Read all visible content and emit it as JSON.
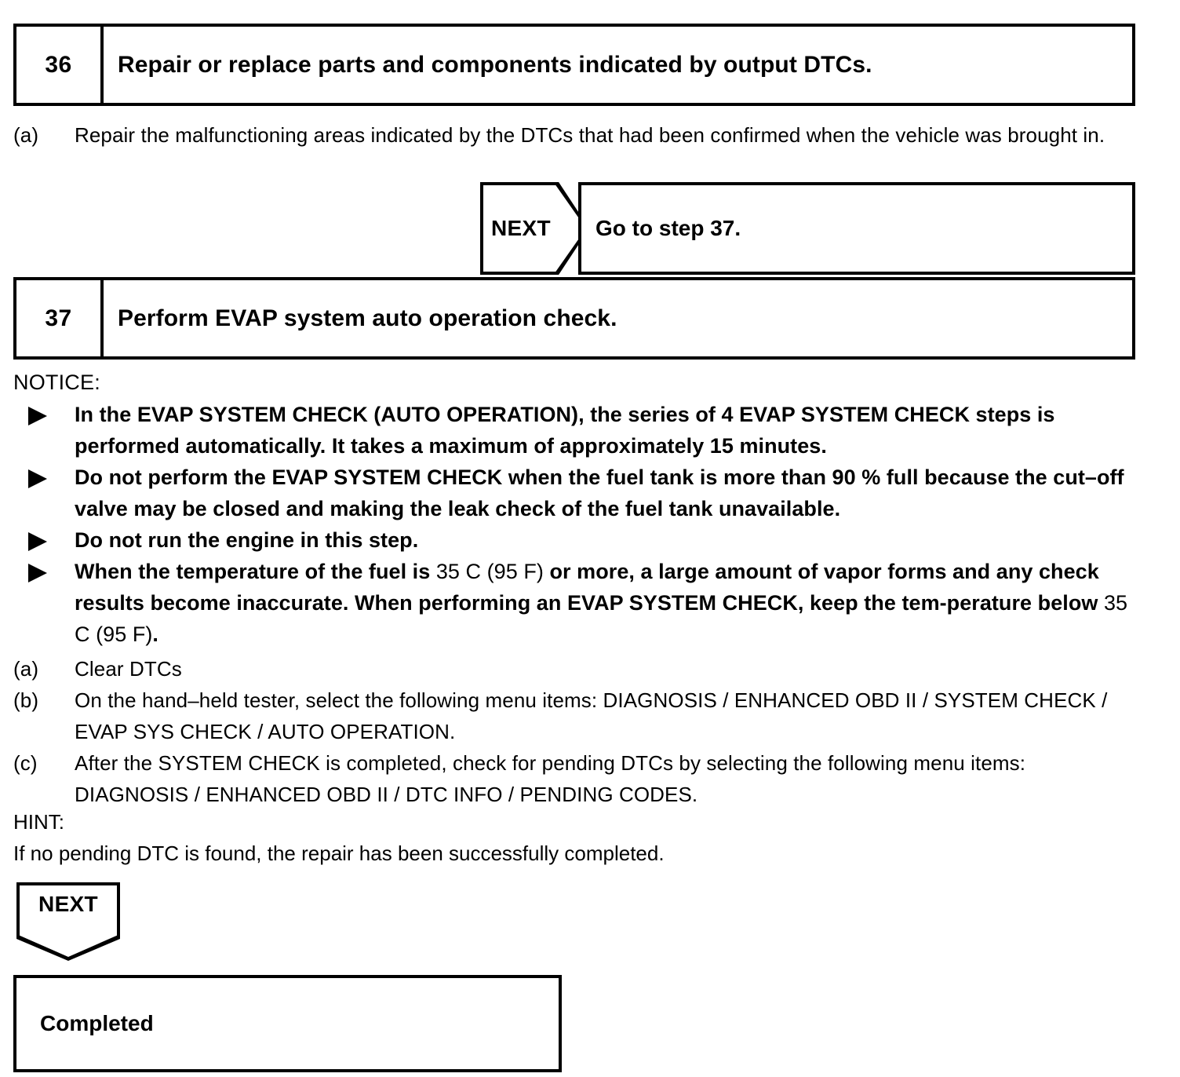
{
  "step36": {
    "number": "36",
    "title": "Repair or replace parts and components indicated by output DTCs.",
    "item_a_label": "(a)",
    "item_a_text": "Repair the malfunctioning areas indicated by the DTCs that had been confirmed when the vehicle was brought in."
  },
  "next_goto": {
    "badge": "NEXT",
    "target_text": "Go to step 37."
  },
  "step37": {
    "number": "37",
    "title": "Perform EVAP system auto operation check."
  },
  "notice": {
    "heading": "NOTICE:",
    "items": [
      {
        "text": "In the EVAP SYSTEM CHECK (AUTO OPERATION), the series of 4 EVAP SYSTEM CHECK steps is performed automatically. It takes a maximum of approximately 15 minutes."
      },
      {
        "text": "Do not perform the EVAP SYSTEM CHECK when the fuel tank is more than 90 % full because the cut–off valve may be closed and making the leak check of the fuel tank unavailable."
      },
      {
        "text": "Do not run the engine in this step."
      },
      {
        "text_part1": "When the temperature of the fuel is ",
        "temp1": "35 C (95 F)",
        "text_part2": " or more, a large amount of vapor forms and any check results become inaccurate. When performing an EVAP SYSTEM CHECK, keep the tem-perature below ",
        "temp2": "35 C (95 F)",
        "text_part3": "."
      }
    ]
  },
  "procedure": {
    "items": [
      {
        "label": "(a)",
        "text": "Clear DTCs"
      },
      {
        "label": "(b)",
        "text": "On the hand–held tester, select the following menu items: DIAGNOSIS / ENHANCED OBD II / SYSTEM CHECK / EVAP SYS CHECK / AUTO OPERATION."
      },
      {
        "label": "(c)",
        "text": "After the SYSTEM CHECK is completed, check for pending DTCs by selecting the following menu items: DIAGNOSIS / ENHANCED OBD II / DTC INFO / PENDING CODES."
      }
    ]
  },
  "hint": {
    "heading": "HINT:",
    "text": "If no pending DTC is found, the repair has been successfully completed."
  },
  "next_completed": {
    "badge": "NEXT",
    "result_text": "Completed"
  },
  "colors": {
    "ink": "#000000",
    "paper": "#ffffff"
  }
}
